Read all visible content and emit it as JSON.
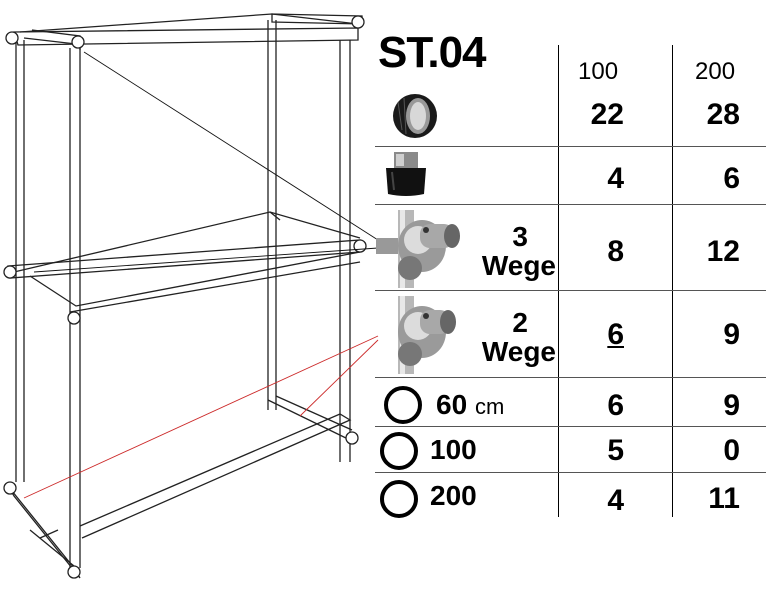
{
  "title": "ST.04",
  "columns": [
    "100",
    "200"
  ],
  "rows": [
    {
      "icon": "end-cap-icon",
      "label": "",
      "values": [
        "22",
        "28"
      ]
    },
    {
      "icon": "foot-plug-icon",
      "label": "",
      "values": [
        "4",
        "6"
      ]
    },
    {
      "icon": "connector-3way-icon",
      "label_lines": [
        "3",
        "Wege"
      ],
      "values": [
        "8",
        "12"
      ]
    },
    {
      "icon": "connector-2way-icon",
      "label_lines": [
        "2",
        "Wege"
      ],
      "values": [
        "6",
        "9"
      ]
    },
    {
      "icon": "tube-ring-icon",
      "label": "60",
      "unit": "cm",
      "values": [
        "6",
        "9"
      ]
    },
    {
      "icon": "tube-ring-icon",
      "label": "100",
      "values": [
        "5",
        "0"
      ]
    },
    {
      "icon": "tube-ring-icon",
      "label": "200",
      "values": [
        "4",
        "11"
      ]
    }
  ],
  "colors": {
    "leader_line": "#cc2a2a",
    "frame": "#222222"
  }
}
